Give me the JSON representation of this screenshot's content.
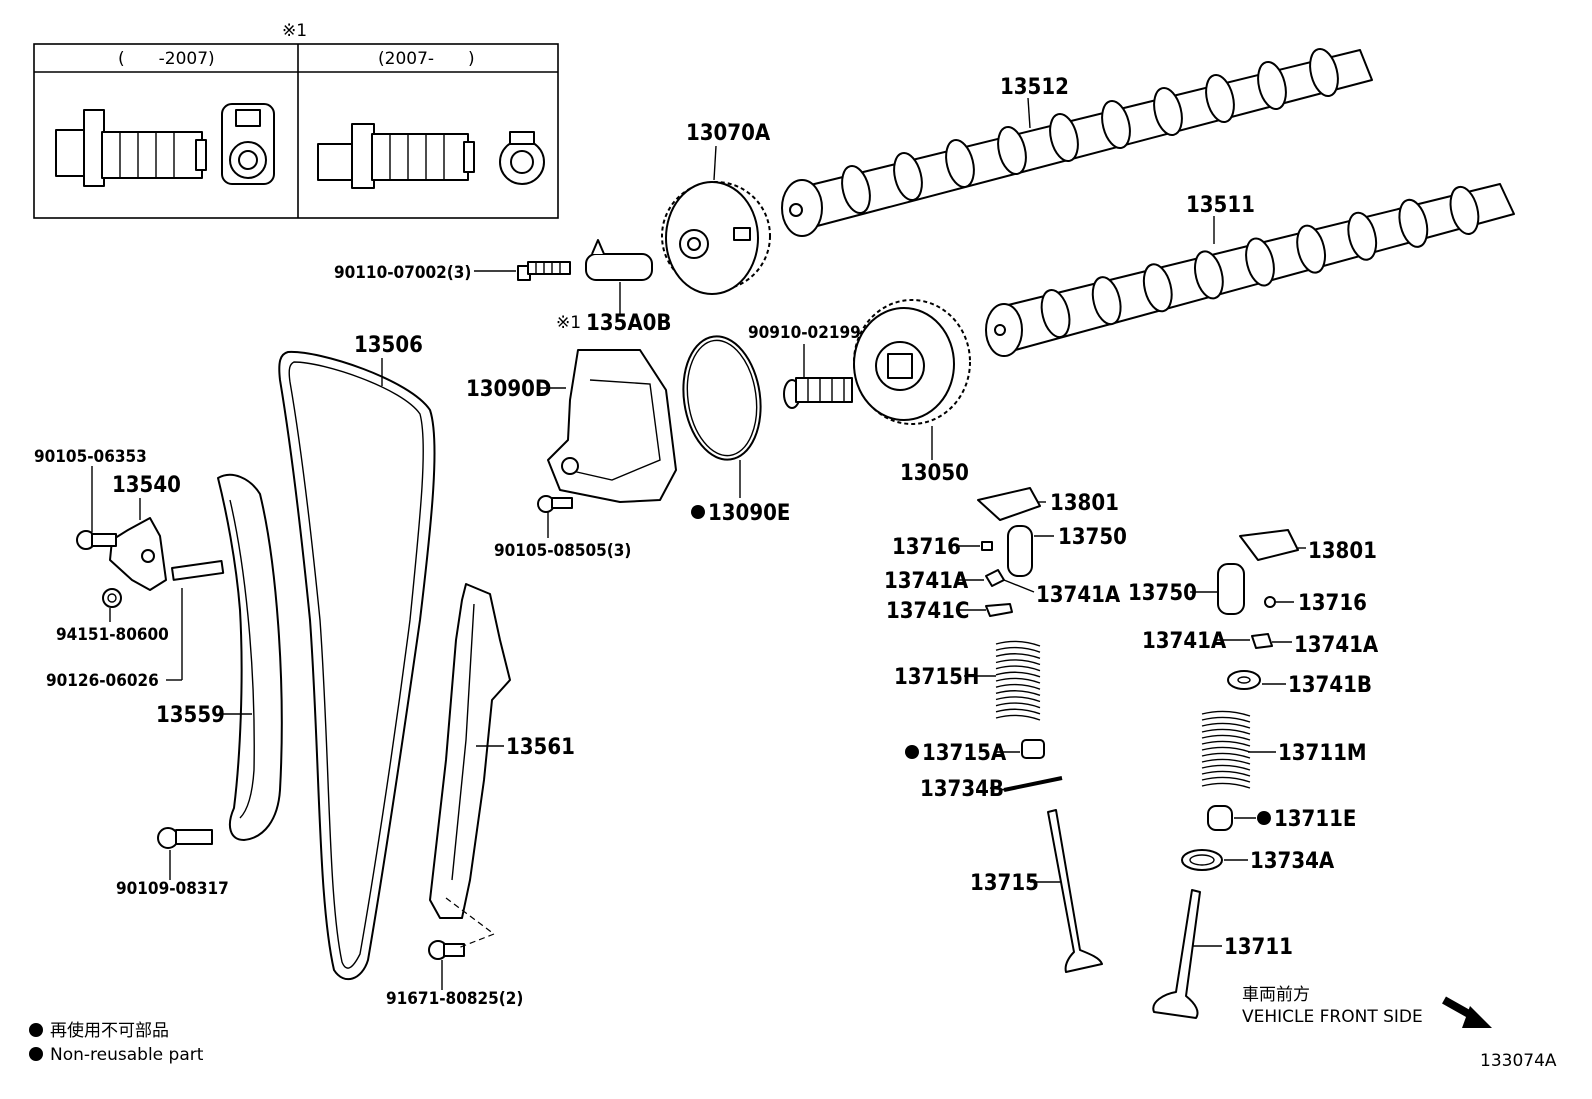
{
  "inset": {
    "marker": "※1",
    "left_header": "(　　-2007)",
    "right_header": "(2007-　　)"
  },
  "labels": {
    "p13512": "13512",
    "p13511": "13511",
    "p13070A": "13070A",
    "p90110": "90110-07002(3)",
    "p135A0B_mark": "※1",
    "p135A0B": "135A0B",
    "p13506": "13506",
    "p90910": "90910-02199",
    "p13090D": "13090D",
    "p13050": "13050",
    "p90105a": "90105-06353",
    "p13540": "13540",
    "p13801a": "13801",
    "p90105b": "90105-08505(3)",
    "p13090E": "13090E",
    "p13716a": "13716",
    "p13750a": "13750",
    "p13801b": "13801",
    "p94151": "94151-80600",
    "p13741Aa": "13741A",
    "p13741Ab": "13741A",
    "p13750b": "13750",
    "p13716b": "13716",
    "p13741C": "13741C",
    "p90126": "90126-06026",
    "p13741Ac": "13741A",
    "p13741Ad": "13741A",
    "p13715H": "13715H",
    "p13741B": "13741B",
    "p13559": "13559",
    "p13561": "13561",
    "p13715A": "13715A",
    "p13711M": "13711M",
    "p13734B": "13734B",
    "p13711E": "13711E",
    "p90109": "90109-08317",
    "p13734A": "13734A",
    "p13715": "13715",
    "p13711": "13711",
    "p91671": "91671-80825(2)"
  },
  "legend": {
    "jp": "再使用不可部品",
    "en": "Non-reusable part"
  },
  "direction": {
    "jp": "車両前方",
    "en": "VEHICLE FRONT SIDE"
  },
  "diagram_id": "133074A"
}
